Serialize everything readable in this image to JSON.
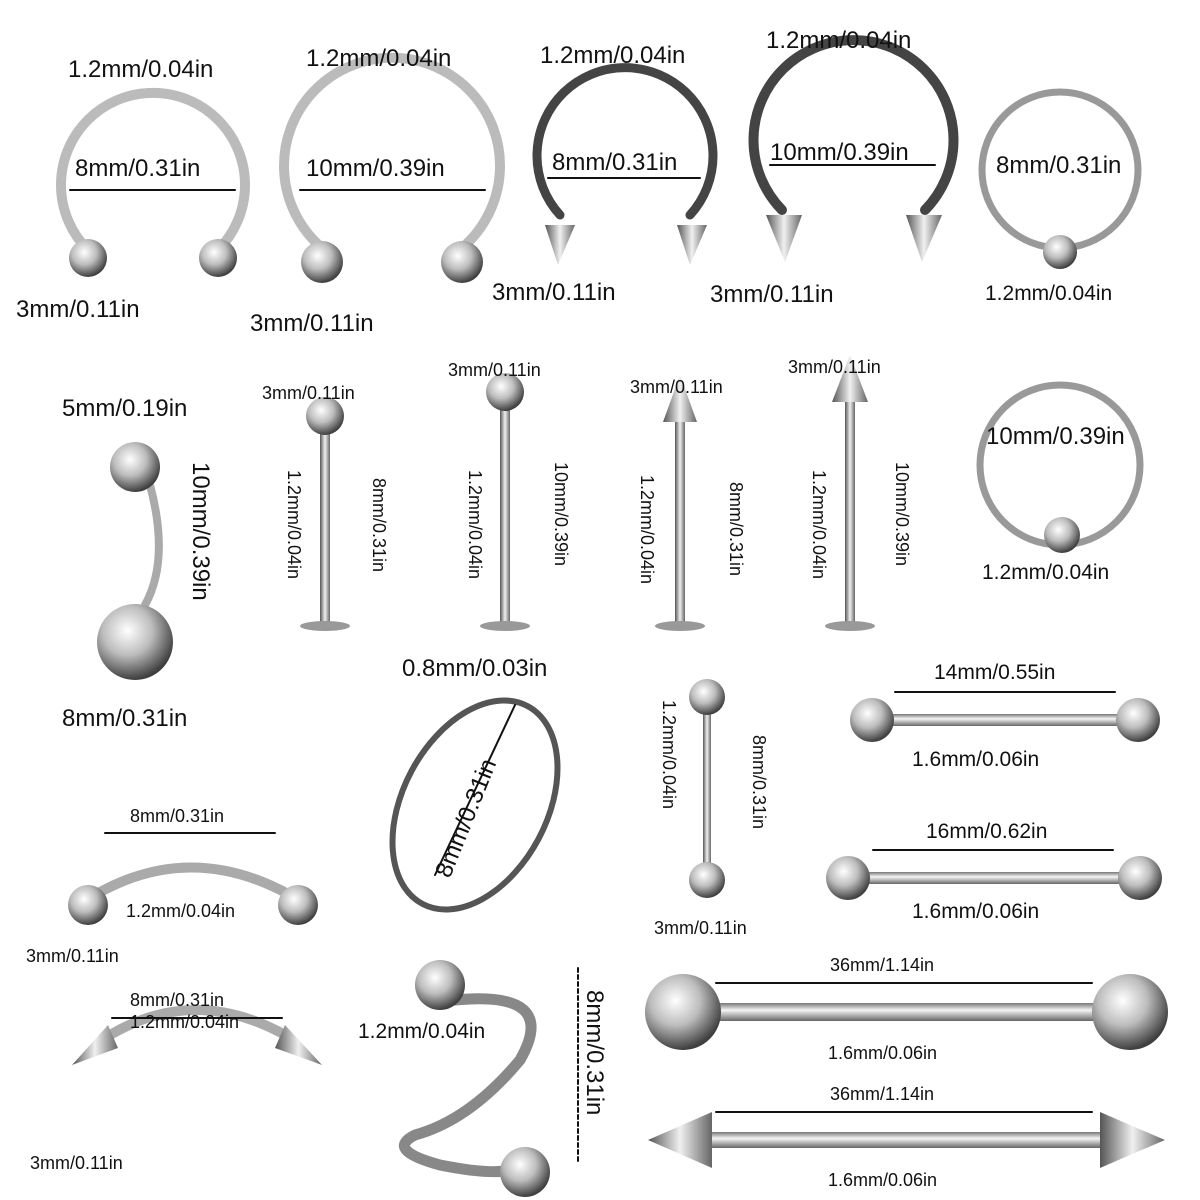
{
  "labels": [
    "1.2mm/0.04in",
    "8mm/0.31in",
    "3mm/0.11in",
    "1.2mm/0.04in",
    "10mm/0.39in",
    "3mm/0.11in",
    "1.2mm/0.04in",
    "8mm/0.31in",
    "3mm/0.11in",
    "1.2mm/0.04in",
    "10mm/0.39in",
    "3mm/0.11in",
    "8mm/0.31in",
    "1.2mm/0.04in",
    "5mm/0.19in",
    "10mm/0.39in",
    "8mm/0.31in",
    "3mm/0.11in",
    "1.2mm/0.04in",
    "8mm/0.31in",
    "3mm/0.11in",
    "1.2mm/0.04in",
    "10mm/0.39in",
    "3mm/0.11in",
    "1.2mm/0.04in",
    "8mm/0.31in",
    "3mm/0.11in",
    "1.2mm/0.04in",
    "10mm/0.39in",
    "10mm/0.39in",
    "1.2mm/0.04in",
    "0.8mm/0.03in",
    "8mm/0.31in",
    "1.2mm/0.04in",
    "8mm/0.31in",
    "3mm/0.11in",
    "14mm/0.55in",
    "1.6mm/0.06in",
    "16mm/0.62in",
    "1.6mm/0.06in",
    "8mm/0.31in",
    "1.2mm/0.04in",
    "3mm/0.11in",
    "8mm/0.31in",
    "1.2mm/0.04in",
    "3mm/0.11in",
    "1.2mm/0.04in",
    "8mm/0.31in",
    "36mm/1.14in",
    "1.6mm/0.06in",
    "36mm/1.14in",
    "1.6mm/0.06in"
  ],
  "colors": {
    "metal_light": "#f2f2f2",
    "metal_dark": "#5a5a5a",
    "text": "#111111",
    "background": "#ffffff"
  }
}
